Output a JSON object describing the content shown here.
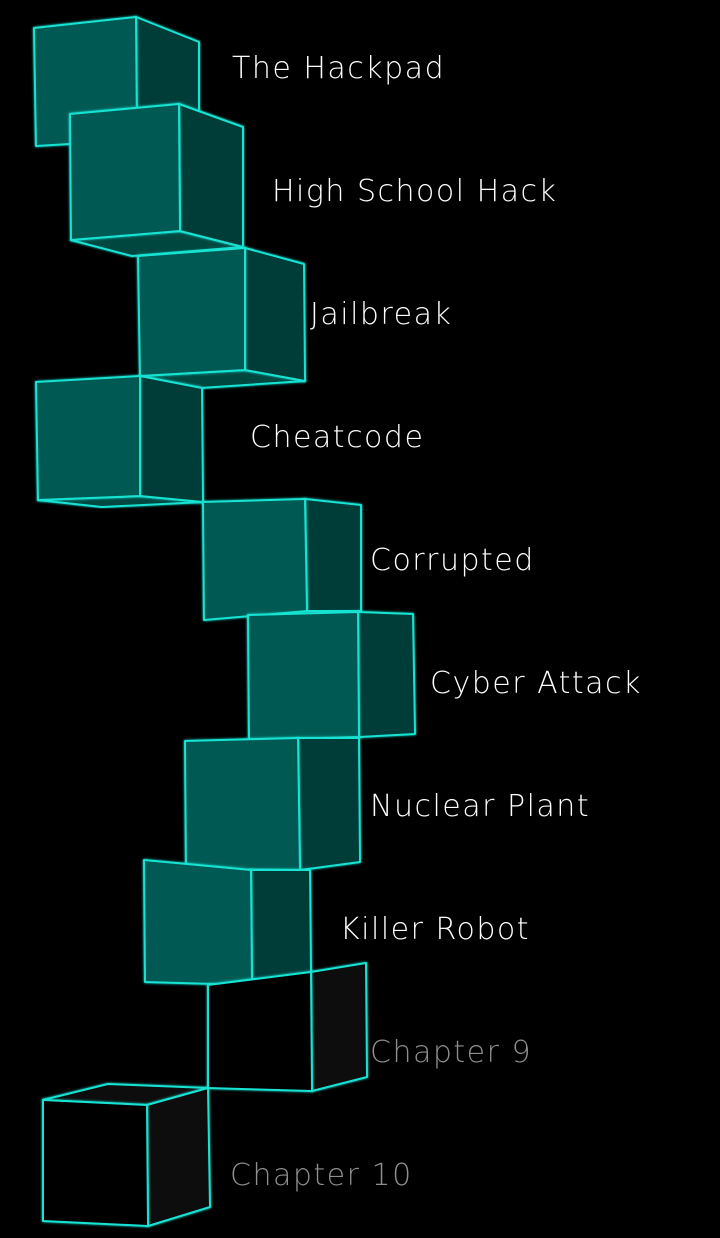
{
  "level_select": {
    "chapters": [
      {
        "label": "The Hackpad",
        "locked": false
      },
      {
        "label": "High School Hack",
        "locked": false
      },
      {
        "label": "Jailbreak",
        "locked": false
      },
      {
        "label": "Cheatcode",
        "locked": false
      },
      {
        "label": "Corrupted",
        "locked": false
      },
      {
        "label": "Cyber Attack",
        "locked": false
      },
      {
        "label": "Nuclear Plant",
        "locked": false
      },
      {
        "label": "Killer Robot",
        "locked": false
      },
      {
        "label": "Chapter 9",
        "locked": true
      },
      {
        "label": "Chapter 10",
        "locked": true
      }
    ]
  },
  "colors": {
    "background": "#000000",
    "cube_edge": "#19e3d3",
    "cube_unlocked_fill": "#005a52",
    "label_unlocked": "#ffffff",
    "label_locked": "#8f8f8f"
  }
}
